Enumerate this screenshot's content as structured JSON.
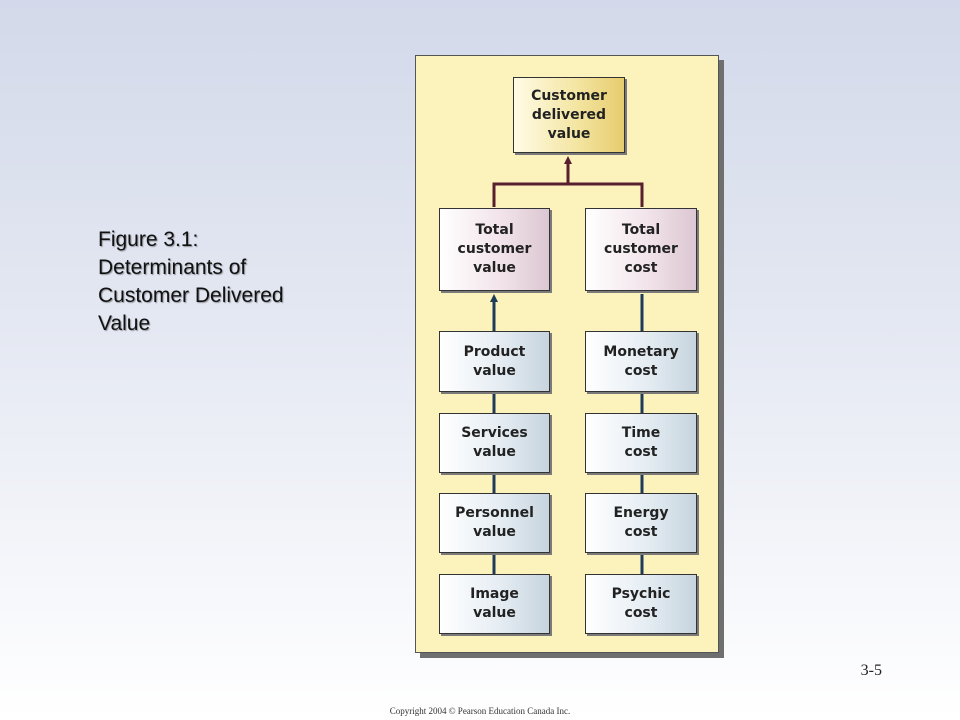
{
  "caption": {
    "line1": "Figure 3.1:",
    "line2": "Determinants of",
    "line3": "Customer Delivered",
    "line4": "Value"
  },
  "diagram": {
    "top": "Customer\ndelivered\nvalue",
    "left_column": {
      "header": "Total\ncustomer\nvalue",
      "items": [
        "Product\nvalue",
        "Services\nvalue",
        "Personnel\nvalue",
        "Image\nvalue"
      ]
    },
    "right_column": {
      "header": "Total\ncustomer\ncost",
      "items": [
        "Monetary\ncost",
        "Time\ncost",
        "Energy\ncost",
        "Psychic\ncost"
      ]
    },
    "colors": {
      "panel": "#fbf3bb",
      "top_connector": "#5a1f2e",
      "side_connector": "#1f3b5a"
    }
  },
  "footer": {
    "page_number": "3-5",
    "copyright": "Copyright 2004 © Pearson Education Canada Inc."
  }
}
